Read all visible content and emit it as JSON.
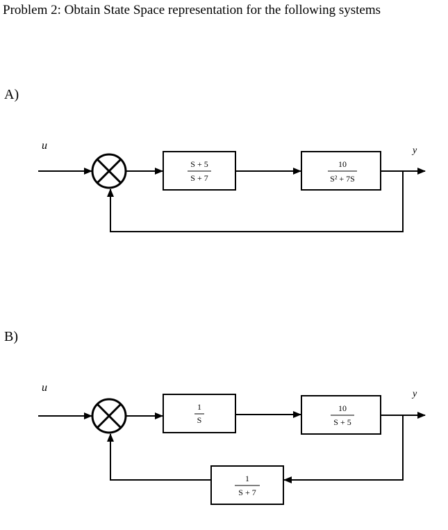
{
  "title": "Problem 2:  Obtain State Space representation for the following systems",
  "parts": {
    "a": {
      "label": "A)",
      "input": "u",
      "output": "y",
      "block1": {
        "num": "S + 5",
        "den": "S + 7"
      },
      "block2": {
        "num": "10",
        "den": "S² + 7S"
      }
    },
    "b": {
      "label": "B)",
      "input": "u",
      "output": "y",
      "block1": {
        "num": "1",
        "den": "S"
      },
      "block2": {
        "num": "10",
        "den": "S + 5"
      },
      "feedback": {
        "num": "1",
        "den": "S + 7"
      }
    }
  }
}
